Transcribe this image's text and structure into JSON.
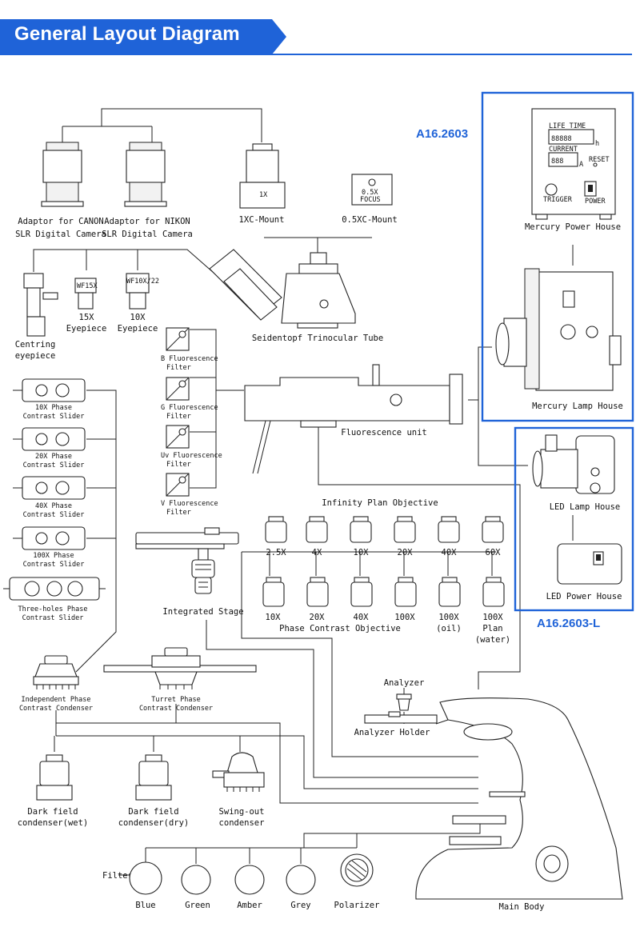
{
  "header": {
    "title": "General Layout Diagram"
  },
  "codes": {
    "mercury": "A16.2603",
    "led": "A16.2603-L"
  },
  "labels": {
    "canon_adaptor": [
      "Adaptor for CANON",
      "SLR Digital Camera"
    ],
    "nikon_adaptor": [
      "Adaptor for NIKON",
      "SLR Digital Camera"
    ],
    "mount_1x": "1XC-Mount",
    "mount_05x": "0.5XC-Mount",
    "mercury_power_house": "Mercury Power House",
    "mercury_lamp_house": "Mercury Lamp House",
    "led_lamp_house": "LED Lamp House",
    "led_power_house": "LED Power House",
    "centring_eyepiece": [
      "Centring",
      "eyepiece"
    ],
    "eyepiece_15x": [
      "15X",
      "Eyepiece"
    ],
    "eyepiece_10x": [
      "10X",
      "Eyepiece"
    ],
    "trinocular_tube": "Seidentopf Trinocular Tube",
    "fluorescence_unit": "Fluorescence unit",
    "filters": [
      [
        "B Fluorescence",
        "Filter"
      ],
      [
        "G Fluorescence",
        "Filter"
      ],
      [
        "Uv Fluorescence",
        "Filter"
      ],
      [
        "V Fluorescence",
        "Filter"
      ]
    ],
    "sliders": [
      [
        "10X Phase",
        "Contrast Slider"
      ],
      [
        "20X Phase",
        "Contrast Slider"
      ],
      [
        "40X Phase",
        "Contrast Slider"
      ],
      [
        "100X Phase",
        "Contrast Slider"
      ],
      [
        "Three-holes Phase",
        "Contrast Slider"
      ]
    ],
    "infinity_title": "Infinity Plan Objective",
    "infinity_objectives": [
      "2.5X",
      "4X",
      "10X",
      "20X",
      "40X",
      "60X"
    ],
    "phase_title": "Phase Contrast Objective",
    "phase_objectives": [
      [
        "10X"
      ],
      [
        "20X"
      ],
      [
        "40X"
      ],
      [
        "100X"
      ],
      [
        "100X",
        "(oil)"
      ],
      [
        "100X",
        "Plan",
        "(water)"
      ]
    ],
    "integrated_stage": "Integrated Stage",
    "analyzer": "Analyzer",
    "analyzer_holder": "Analyzer Holder",
    "independent_condenser": [
      "Independent Phase",
      "Contrast Condenser"
    ],
    "turret_condenser": [
      "Turret Phase",
      "Contrast Condenser"
    ],
    "dark_wet": [
      "Dark field",
      "condenser(wet)"
    ],
    "dark_dry": [
      "Dark field",
      "condenser(dry)"
    ],
    "swing_out": [
      "Swing-out",
      "condenser"
    ],
    "filter_label": "Filter",
    "filter_colors": [
      "Blue",
      "Green",
      "Amber",
      "Grey",
      "Polarizer"
    ],
    "main_body": "Main Body",
    "device_marks": {
      "camera_adaptor": "1X",
      "eyepiece_15x": "WF15X",
      "eyepiece_10x": "WF10X/22",
      "mount_05x": [
        "0.5X",
        "FOCUS"
      ],
      "power_panel": [
        "LIFE TIME",
        "CURRENT",
        "RESET",
        "TRIGGER",
        "POWER"
      ],
      "power_units": [
        "h",
        "A"
      ],
      "life_time_digits": "88888",
      "current_digits": "888"
    }
  },
  "colors": {
    "accent": "#1f63d8"
  }
}
